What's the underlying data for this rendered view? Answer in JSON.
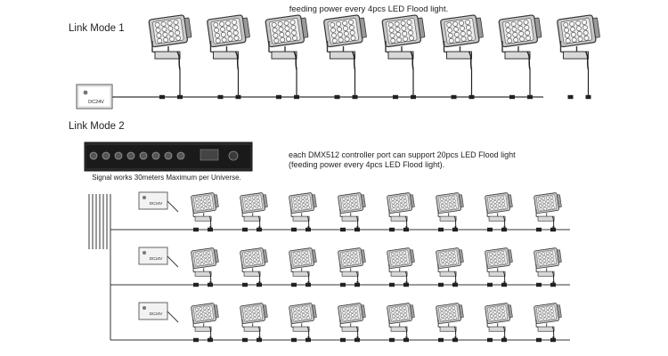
{
  "top_note": "feeding power every 4pcs LED Flood light.",
  "mode1": {
    "title": "Link Mode 1",
    "power_label": "DC24V",
    "light_count": 8
  },
  "mode2": {
    "title": "Link Mode 2",
    "controller_caption": "Signal works 30meters Maximum per Universe.",
    "note_line1": "each DMX512 controller port can support 20pcs LED Flood light",
    "note_line2": "(feeding power every 4pcs LED Flood light).",
    "power_label": "DC24V",
    "rows": 3,
    "lights_per_row": 8
  }
}
